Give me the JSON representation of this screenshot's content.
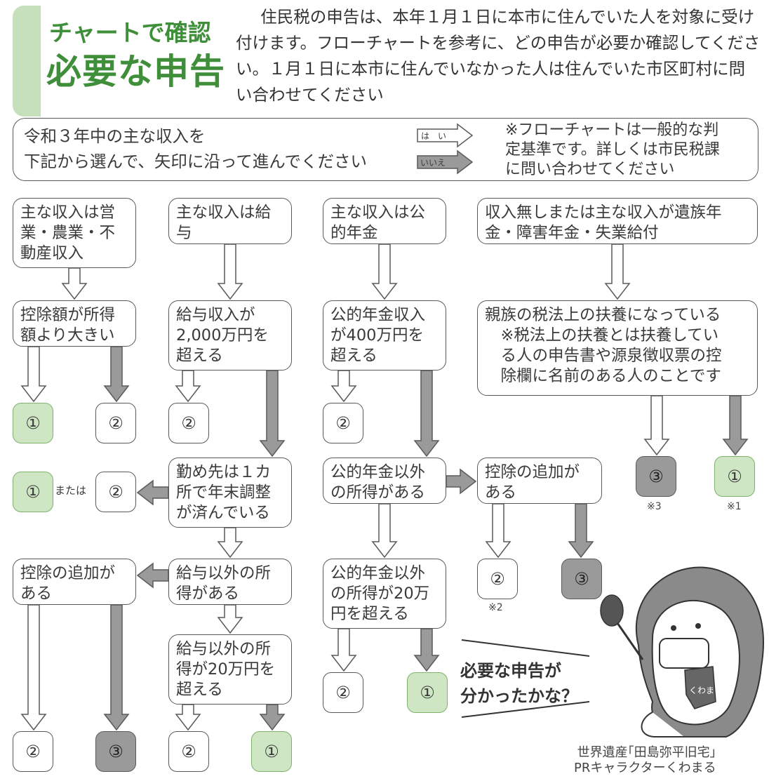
{
  "header": {
    "kicker": "チャートで確認",
    "title": "必要な申告",
    "intro": "住民税の申告は、本年１月１日に本市に住んでいた人を対象に受け付けます。フローチャートを参考に、どの申告が必要か確認してください。１月１日に本市に住んでいなかった人は住んでいた市区町村に問い合わせてください"
  },
  "legend": {
    "instruction": "令和３年中の主な収入を\n下記から選んで、矢印に沿って進んでください",
    "yes_label": "は　い",
    "no_label": "いいえ",
    "note": "※フローチャートは一般的な判\n定基準です。詳しくは市民税課\nに問い合わせてください"
  },
  "nodes": {
    "business_start": "主な収入は営\n業・農業・不\n動産収入",
    "business_q": "控除額が所得\n額より大きい",
    "salary_start": "主な収入は給\n与",
    "salary_q1": "給与収入が\n2,000万円を\n超える",
    "salary_q2": "勤め先は１カ\n所で年末調整\nが済んでいる",
    "salary_q3": "給与以外の所\n得がある",
    "salary_q4": "給与以外の所\n得が20万円を\n超える",
    "salary_deduction": "控除の追加が\nある",
    "pension_start": "主な収入は公\n的年金",
    "pension_q1": "公的年金収入\nが400万円を\n超える",
    "pension_q2": "公的年金以外\nの所得がある",
    "pension_q3": "公的年金以外\nの所得が20万\n円を超える",
    "pension_deduction": "控除の追加が\nある",
    "none_start": "収入無しまたは主な収入が遺族年\n金・障害年金・失業給付",
    "none_q": "親族の税法上の扶養になっている\n　※税法上の扶養とは扶養してい\n　る人の申告書や源泉徴収票の控\n　除欄に名前のある人のことです"
  },
  "results": {
    "one": "①",
    "two": "②",
    "three": "③",
    "or": "または"
  },
  "notes": {
    "n1": "※1",
    "n2": "※2",
    "n3": "※3"
  },
  "mascot": {
    "speech": "必要な申告が\n分かったかな？",
    "caption": "世界遺産｢田島弥平旧宅｣\nPRキャラクターくわまる",
    "badge": "くわまる"
  },
  "colors": {
    "green": "#cfe6c4",
    "title_green": "#3f8f3a",
    "gray": "#9a9a9a"
  }
}
